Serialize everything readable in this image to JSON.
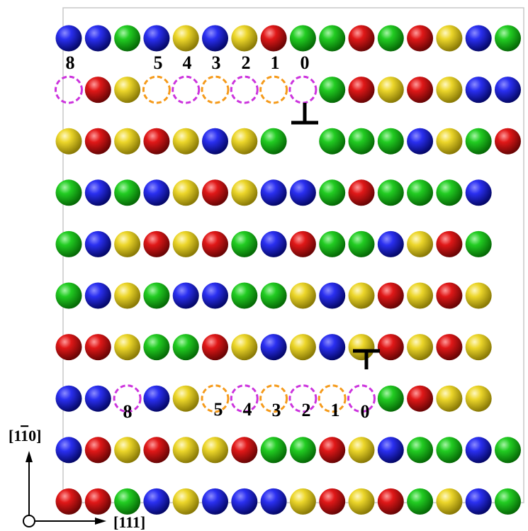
{
  "colors": {
    "blue": "#1a1fd6",
    "green": "#1fc41f",
    "yellow": "#e8d21e",
    "red": "#d81515",
    "vacancy_magenta": "#cc33dd",
    "vacancy_orange": "#f59a1a",
    "frame": "#c8c8c8",
    "text": "#000000"
  },
  "atom_rows": [
    [
      "blue",
      "blue",
      "green",
      "blue",
      "yellow",
      "blue",
      "yellow",
      "red",
      "green",
      "green",
      "red",
      "green",
      "red",
      "yellow",
      "blue",
      "green"
    ],
    [
      "V-magenta",
      "red",
      "yellow",
      "V-orange",
      "V-magenta",
      "V-orange",
      "V-magenta",
      "V-orange",
      "V-magenta",
      "green",
      "red",
      "yellow",
      "red",
      "yellow",
      "blue",
      "blue"
    ],
    [
      "yellow",
      "red",
      "yellow",
      "red",
      "yellow",
      "blue",
      "yellow",
      "green",
      null,
      "green",
      "green",
      "green",
      "blue",
      "yellow",
      "green",
      "red"
    ],
    [
      "green",
      "blue",
      "green",
      "blue",
      "yellow",
      "red",
      "yellow",
      "blue",
      "blue",
      "green",
      "red",
      "green",
      "green",
      "green",
      "blue",
      null
    ],
    [
      "green",
      "blue",
      "yellow",
      "red",
      "yellow",
      "red",
      "green",
      "blue",
      "red",
      "green",
      "green",
      "blue",
      "yellow",
      "red",
      "green",
      null
    ],
    [
      "green",
      "blue",
      "yellow",
      "green",
      "blue",
      "blue",
      "green",
      "green",
      "yellow",
      "blue",
      "yellow",
      "red",
      "yellow",
      "red",
      "yellow",
      null
    ],
    [
      "red",
      "red",
      "yellow",
      "green",
      "green",
      "red",
      "yellow",
      "blue",
      "yellow",
      "blue",
      "yellow",
      "red",
      "yellow",
      "red",
      "yellow",
      null
    ],
    [
      "blue",
      "blue",
      "V-magenta",
      "blue",
      "yellow",
      "V-orange",
      "V-magenta",
      "V-orange",
      "V-magenta",
      "V-orange",
      "V-magenta",
      "green",
      "red",
      "yellow",
      "yellow",
      null
    ],
    [
      "blue",
      "red",
      "yellow",
      "red",
      "yellow",
      "yellow",
      "red",
      "green",
      "green",
      "red",
      "yellow",
      "blue",
      "green",
      "green",
      "blue",
      "green"
    ],
    [
      "red",
      "red",
      "green",
      "blue",
      "yellow",
      "blue",
      "blue",
      "blue",
      "yellow",
      "red",
      "yellow",
      "red",
      "green",
      "yellow",
      "blue",
      "green"
    ]
  ],
  "row_offsets": [
    0,
    0,
    0,
    0,
    0,
    0,
    0,
    0,
    0,
    0
  ],
  "top_labels": [
    "8",
    "5",
    "4",
    "3",
    "2",
    "1",
    "0"
  ],
  "bottom_labels": [
    "8",
    "5",
    "4",
    "3",
    "2",
    "1",
    "0"
  ],
  "axis": {
    "vertical_label_prefix": "[1",
    "vertical_label_bar": "1",
    "vertical_label_suffix": "0]",
    "horizontal_label": "[111]"
  },
  "dislocations": [
    {
      "orientation": "inverted-T-down"
    },
    {
      "orientation": "T-up"
    }
  ]
}
